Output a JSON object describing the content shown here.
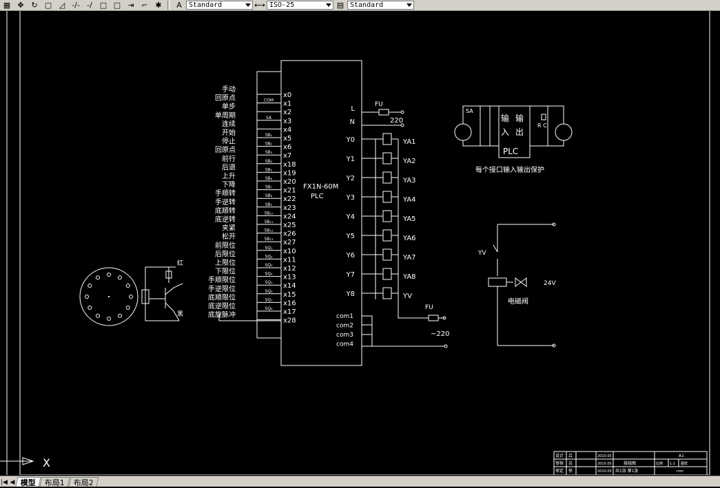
{
  "toolbar": {
    "text_style": "Standard",
    "dim_style": "ISO-25",
    "table_style": "Standard"
  },
  "plc": {
    "model": "FX1N-60M",
    "name": "PLC",
    "input_labels": [
      "手动",
      "回原点",
      "单步",
      "单周期",
      "连续",
      "开始",
      "停止",
      "回原点",
      "前行",
      "后退",
      "上升",
      "下降",
      "手顺转",
      "手逆转",
      "底顺转",
      "底逆转",
      "夹紧",
      "松开",
      "前限位",
      "后限位",
      "上限位",
      "下限位",
      "手顺限位",
      "手逆限位",
      "底顺限位",
      "底逆限位",
      "底旋脉冲"
    ],
    "x_terminals": [
      "x0",
      "x1",
      "x2",
      "x3",
      "x4",
      "x5",
      "x6",
      "x7",
      "x18",
      "x19",
      "x20",
      "x21",
      "x22",
      "x23",
      "x24",
      "x25",
      "x26",
      "x27",
      "x10",
      "x11",
      "x12",
      "x13",
      "x14",
      "x15",
      "x16",
      "x17",
      "x28"
    ],
    "switch_labels": [
      "",
      "COM",
      "",
      "SA",
      "",
      "SB₁",
      "SB₂",
      "SB₃",
      "SB₄",
      "SB₅",
      "SB₆",
      "SB₇",
      "SB₈",
      "SB₉",
      "SB₁₀",
      "SB₁₁",
      "SB₁₂",
      "SB₁₃",
      "SQ₁",
      "SQ₂",
      "SQ₃",
      "SQ₄",
      "SQ₅",
      "SQ₆",
      "SQ₇",
      "SQ₈",
      ""
    ],
    "power_terminals": [
      "L",
      "N"
    ],
    "y_terminals": [
      "Y0",
      "Y1",
      "Y2",
      "Y3",
      "Y4",
      "Y5",
      "Y6",
      "Y7",
      "Y8"
    ],
    "loads": [
      "YA1",
      "YA2",
      "YA3",
      "YA4",
      "YA5",
      "YA6",
      "YA7",
      "YA8",
      "YV"
    ],
    "com_terminals": [
      "com1",
      "com2",
      "com3",
      "com4"
    ],
    "fuse": "FU",
    "voltage_top": "220",
    "voltage_bottom": "~220"
  },
  "encoder": {
    "red_label": "红",
    "black_label": "黑"
  },
  "protection": {
    "sa": "SA",
    "input_label": "输 入",
    "output_label": "输 出",
    "plc": "PLC",
    "rc": "R C",
    "caption": "每个接口输入输出保护"
  },
  "valve": {
    "yv": "YV",
    "voltage": "24V",
    "caption": "电磁阀"
  },
  "title_block": {
    "rows": [
      [
        "设计",
        "吕"
      ],
      [
        "审核",
        "吕"
      ],
      [
        "审定",
        "徐"
      ]
    ],
    "dates": [
      "2010.05",
      "2010.05",
      "2010.05"
    ],
    "drawing_name": "接线图",
    "scale_label": "比例",
    "scale_value": "1:1",
    "sheet_label": "图样",
    "size": "A1",
    "unit": "mm",
    "pages": "共1张  第1张"
  },
  "ucs_x": "X",
  "tabs": [
    "模型",
    "布局1",
    "布局2"
  ]
}
